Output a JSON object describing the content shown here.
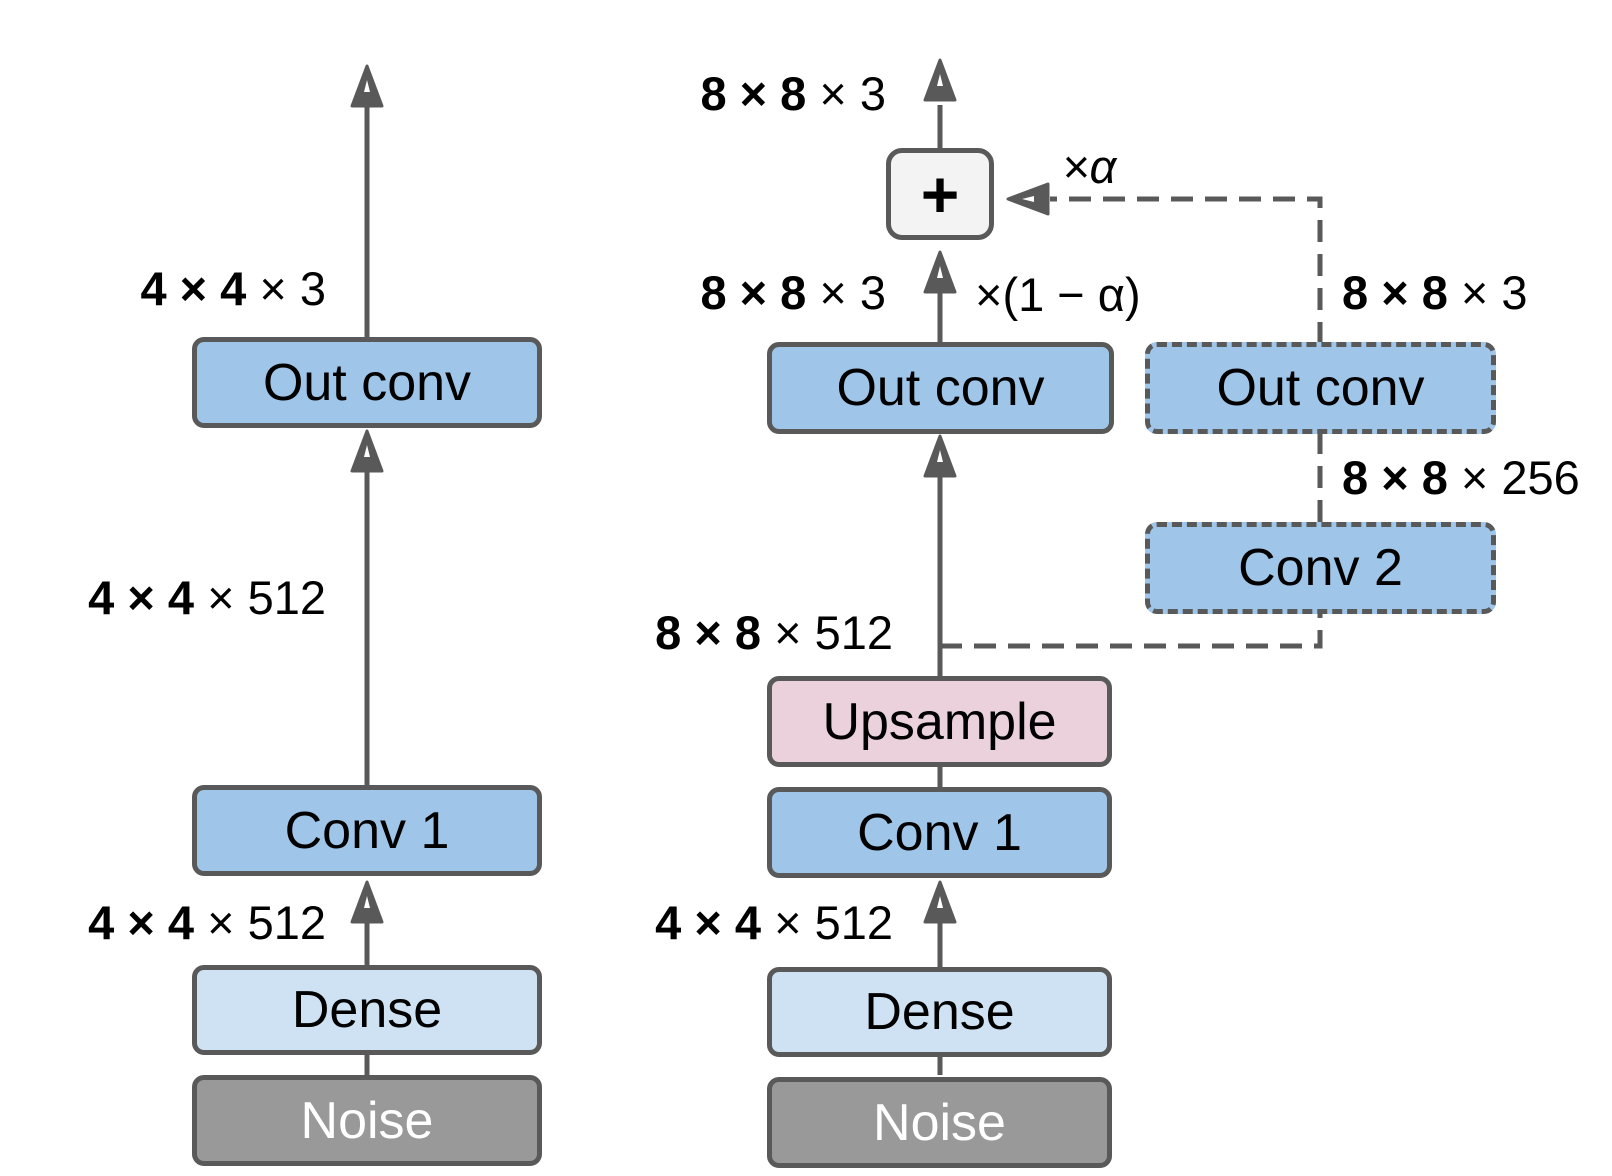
{
  "left_column": {
    "noise": "Noise",
    "dense": "Dense",
    "conv1": "Conv 1",
    "out_conv": "Out conv",
    "shapes": {
      "after_dense": {
        "bold": "4 × 4",
        "rest": " × 512"
      },
      "after_conv1": {
        "bold": "4 × 4",
        "rest": " × 512"
      },
      "after_out_conv": {
        "bold": "4 × 4",
        "rest": " × 3"
      }
    }
  },
  "right_column": {
    "noise": "Noise",
    "dense": "Dense",
    "conv1": "Conv 1",
    "upsample": "Upsample",
    "out_conv": "Out conv",
    "new_conv2": "Conv 2",
    "new_out_conv": "Out conv",
    "plus": "+",
    "alpha_weight": "×α",
    "one_minus_alpha_weight": "×(1 − α)",
    "shapes": {
      "after_dense": {
        "bold": "4 × 4",
        "rest": " × 512"
      },
      "after_upsample": {
        "bold": "8 × 8",
        "rest": " × 512"
      },
      "after_out_conv": {
        "bold": "8 × 8",
        "rest": " × 3"
      },
      "final_output": {
        "bold": "8 × 8",
        "rest": " × 3"
      },
      "after_new_conv2": {
        "bold": "8 × 8",
        "rest": " × 256"
      },
      "after_new_out_conv": {
        "bold": "8 × 8",
        "rest": " × 3"
      }
    }
  },
  "colors": {
    "conv": "#9fc5e8",
    "dense": "#cfe2f3",
    "noise": "#999999",
    "upsample": "#ead1dc",
    "plus": "#f3f3f3",
    "lines": "#595959"
  }
}
